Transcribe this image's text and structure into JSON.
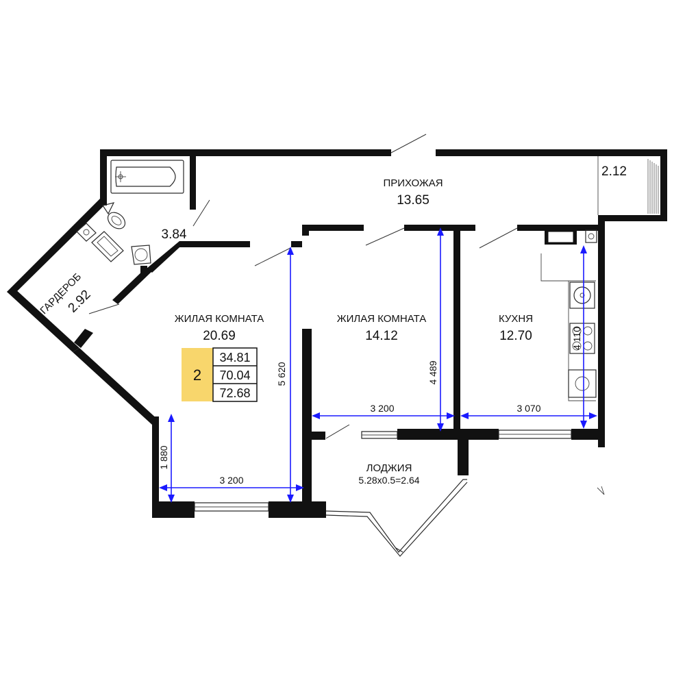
{
  "rooms": {
    "hallway": {
      "name": "ПРИХОЖАЯ",
      "area": "13.65"
    },
    "balcony_small": {
      "area": "2.12"
    },
    "bathroom": {
      "area": "3.84"
    },
    "wardrobe": {
      "name": "ГАРДЕРОБ",
      "area": "2.92"
    },
    "living_room_1": {
      "name": "ЖИЛАЯ КОМНАТА",
      "area": "20.69"
    },
    "living_room_2": {
      "name": "ЖИЛАЯ КОМНАТА",
      "area": "14.12"
    },
    "kitchen": {
      "name": "КУХНЯ",
      "area": "12.70"
    },
    "loggia": {
      "name": "ЛОДЖИЯ",
      "formula": "5.28x0.5=2.64"
    }
  },
  "summary": {
    "rooms_count": "2",
    "living_area": "34.81",
    "total_area": "70.04",
    "total_with_loggia": "72.68",
    "accent_color": "#f8d66c"
  },
  "dimensions": {
    "lr1_height": "5 620",
    "lr1_width": "3 200",
    "lr1_window_depth": "1 880",
    "lr2_height": "4 489",
    "lr2_width": "3 200",
    "kitchen_width": "3 070",
    "kitchen_height": "4 110",
    "dimension_color": "#1a1aff"
  }
}
